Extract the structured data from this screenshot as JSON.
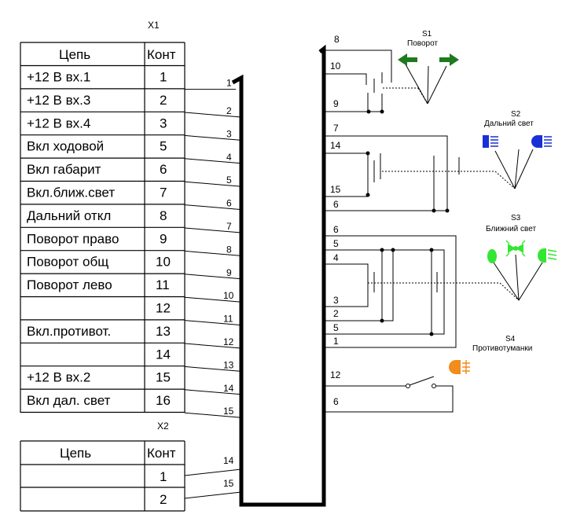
{
  "x1": {
    "label": "X1",
    "header": {
      "name": "Цепь",
      "pin": "Конт"
    },
    "rows": [
      {
        "name": "+12 В вх.1",
        "pin": "1"
      },
      {
        "name": "+12 В вх.3",
        "pin": "2"
      },
      {
        "name": "+12 В вх.4",
        "pin": "3"
      },
      {
        "name": "Вкл ходовой",
        "pin": "5"
      },
      {
        "name": "Вкл габарит",
        "pin": "6"
      },
      {
        "name": "Вкл.ближ.свет",
        "pin": "7"
      },
      {
        "name": "Дальний откл",
        "pin": "8"
      },
      {
        "name": "Поворот право",
        "pin": "9"
      },
      {
        "name": "Поворот общ",
        "pin": "10"
      },
      {
        "name": "Поворот лево",
        "pin": "11"
      },
      {
        "name": "",
        "pin": "12"
      },
      {
        "name": "Вкл.противот.",
        "pin": "13"
      },
      {
        "name": "",
        "pin": "14"
      },
      {
        "name": "+12 В вх.2",
        "pin": "15"
      },
      {
        "name": "Вкл дал. свет",
        "pin": "16"
      }
    ],
    "wires": [
      "1",
      "2",
      "3",
      "4",
      "5",
      "6",
      "7",
      "8",
      "9",
      "10",
      "11",
      "12",
      "13",
      "14",
      "15"
    ]
  },
  "x2": {
    "label": "X2",
    "header": {
      "name": "Цепь",
      "pin": "Конт"
    },
    "rows": [
      {
        "name": "",
        "pin": "1"
      },
      {
        "name": "",
        "pin": "2"
      }
    ],
    "wires": [
      "14",
      "15"
    ]
  },
  "switches": [
    {
      "id": "S1",
      "title": "Поворот",
      "wires": [
        "8",
        "10",
        "9"
      ]
    },
    {
      "id": "S2",
      "title": "Дальний свет",
      "wires": [
        "7",
        "14",
        "15",
        "6"
      ]
    },
    {
      "id": "S3",
      "title": "Ближний свет",
      "wires": [
        "6",
        "5",
        "4",
        "3",
        "2",
        "5",
        "1"
      ]
    },
    {
      "id": "S4",
      "title": "Противотуманки",
      "wires": [
        "12",
        "6"
      ]
    }
  ],
  "colors": {
    "s1_arrows": "#1e7a1e",
    "s2_lamp": "#1a2fd6",
    "s3_lamp": "#33e633",
    "s4_lamp": "#f28c1a",
    "line": "#000000"
  }
}
